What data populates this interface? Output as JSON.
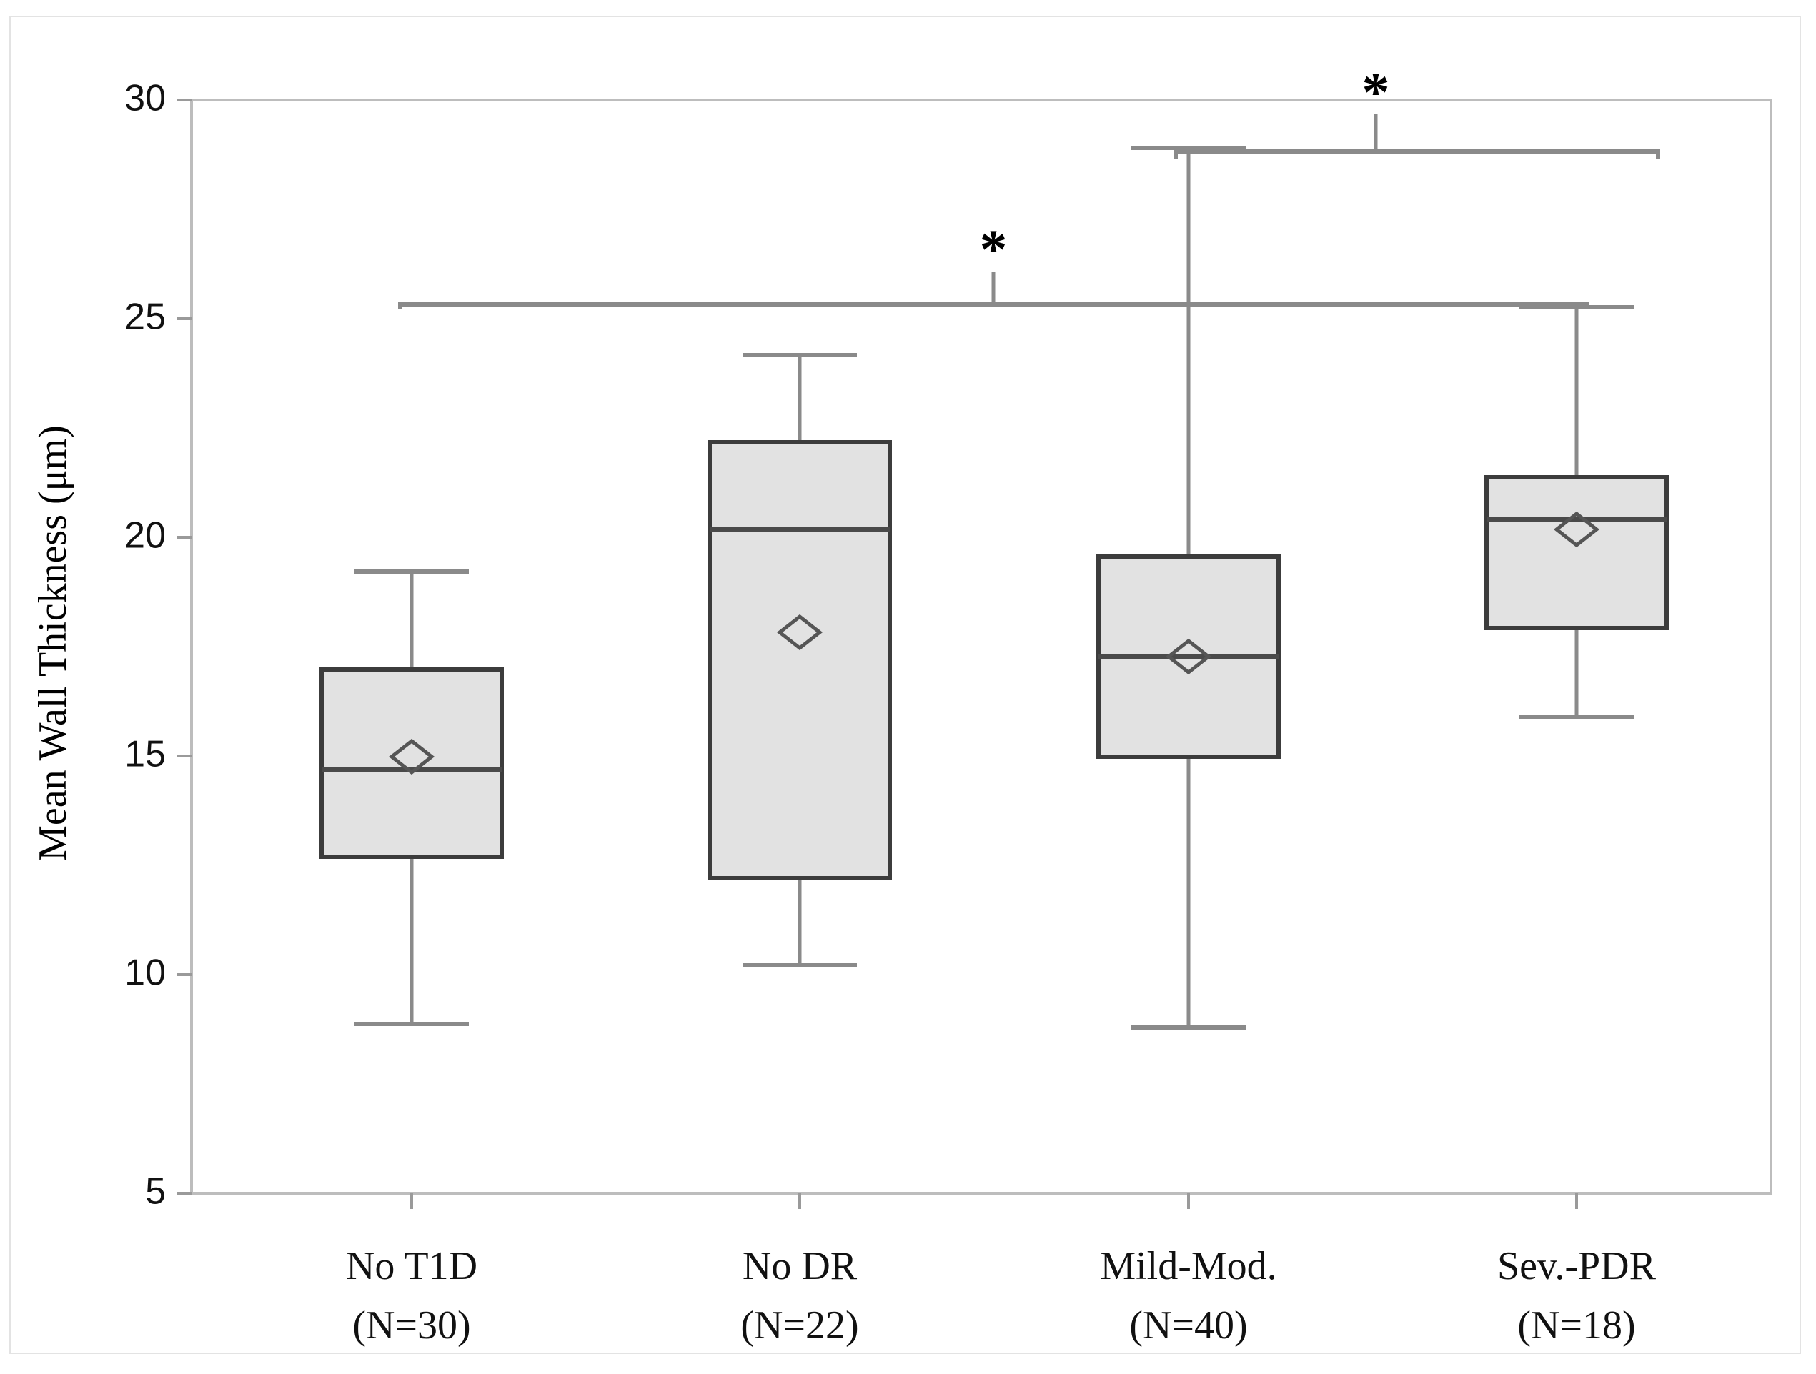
{
  "chart_data": {
    "type": "box",
    "title": "",
    "xlabel": "",
    "ylabel": "Mean Wall Thickness (μm)",
    "ylim": [
      5,
      30
    ],
    "ytick_labels": [
      "30",
      "25",
      "20",
      "15",
      "10",
      "5"
    ],
    "yticks": [
      30,
      25,
      20,
      15,
      10,
      5
    ],
    "grid": false,
    "legend": null,
    "categories": [
      "No T1D",
      "No DR",
      "Mild-Mod.",
      "Sev.-PDR"
    ],
    "category_counts": [
      "(N=30)",
      "(N=22)",
      "(N=40)",
      "(N=18)"
    ],
    "category_labels": [
      {
        "name": "No T1D",
        "count": "(N=30)"
      },
      {
        "name": "No DR",
        "count": "(N=22)"
      },
      {
        "name": "Mild-Mod.",
        "count": "(N=40)"
      },
      {
        "name": "Sev.-PDR",
        "count": "(N=18)"
      }
    ],
    "boxes": [
      {
        "category": "No T1D",
        "n": 30,
        "whisker_low": 9.2,
        "q1": 13.7,
        "median": 15.3,
        "q3": 18.0,
        "whisker_high": 19.5,
        "mean": 15.6
      },
      {
        "category": "No DR",
        "n": 22,
        "whisker_low": 11.2,
        "q1": 13.2,
        "median": 21.2,
        "q3": 23.2,
        "whisker_high": 24.7,
        "mean": 19.0
      },
      {
        "category": "Mild-Mod.",
        "n": 40,
        "whisker_low": 8.65,
        "q1": 14.9,
        "median": 17.65,
        "q3": 19.5,
        "whisker_high": 28.9,
        "mean": 17.75
      },
      {
        "category": "Sev.-PDR",
        "n": 18,
        "whisker_low": 16.5,
        "q1": 17.9,
        "median": 20.4,
        "q3": 21.35,
        "whisker_high": 25.25,
        "mean": 20.15
      }
    ],
    "annotations": [
      {
        "id": "sig-bracket-lower",
        "symbol": "*",
        "from_category": "No T1D",
        "to_category": "Sev.-PDR",
        "level": 25.8
      },
      {
        "id": "sig-bracket-upper",
        "symbol": "*",
        "from_category": "Mild-Mod.",
        "to_category": "Sev.-PDR",
        "level": 29.35
      }
    ],
    "colors": {
      "box_fill": "#e2e2e2",
      "box_stroke": "#3c3c3c",
      "whisker": "#8a8a8a",
      "median": "#4a4a4a",
      "mean_marker": "#555555",
      "plot_border": "#bdbdbd",
      "figure_border": "#e3e3e3",
      "text": "#111111"
    }
  }
}
